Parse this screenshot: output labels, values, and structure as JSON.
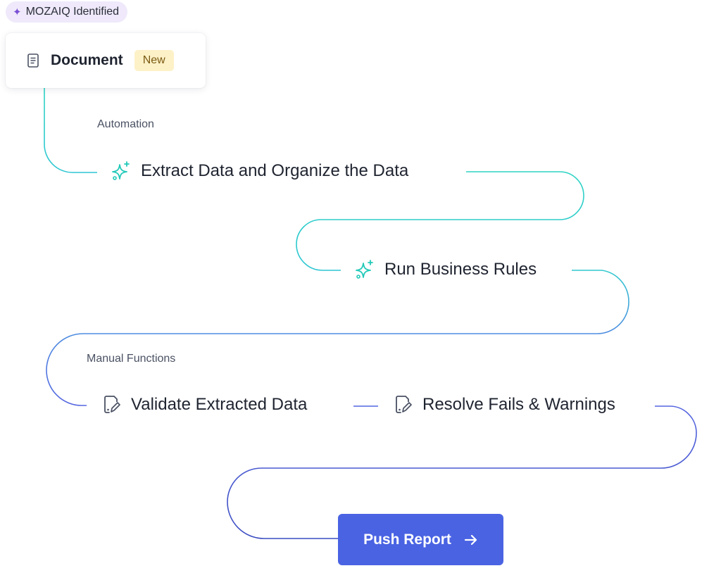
{
  "badge": {
    "label": "MOZAIQ Identified",
    "icon": "sparkle-icon",
    "icon_color": "#7a4fd4"
  },
  "document": {
    "title": "Document",
    "tag": "New",
    "icon": "document-icon"
  },
  "sections": {
    "automation": "Automation",
    "manual": "Manual Functions"
  },
  "steps": {
    "extract": {
      "label": "Extract Data and Organize the Data",
      "icon": "sparkles-icon"
    },
    "rules": {
      "label": "Run Business Rules",
      "icon": "sparkles-icon"
    },
    "validate": {
      "label": "Validate Extracted Data",
      "icon": "edit-document-icon"
    },
    "resolve": {
      "label": "Resolve Fails & Warnings",
      "icon": "edit-document-icon"
    }
  },
  "action": {
    "label": "Push Report",
    "icon": "arrow-right-icon"
  },
  "colors": {
    "automation_line": "#2ed3c3",
    "manual_line": "#5566e0",
    "button": "#4a63e3",
    "new_badge_bg": "#fdf1c7"
  }
}
